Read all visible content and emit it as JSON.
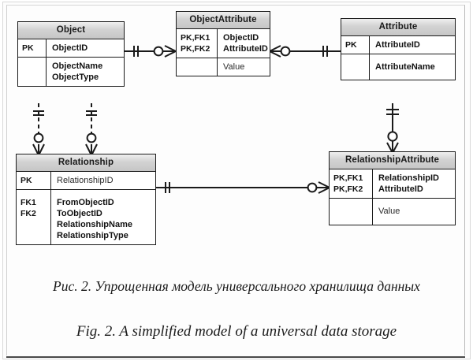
{
  "figure": {
    "caption_ru": "Рис. 2. Упрощенная модель универсального хранилища данных",
    "caption_en": "Fig. 2. A simplified model of a universal data storage"
  },
  "diagram": {
    "type": "erd",
    "notation": "crow's-foot (IDEF1X / information engineering)",
    "entities": [
      {
        "id": "object",
        "name": "Object",
        "key_section": {
          "keys": [
            "PK"
          ],
          "fields": [
            "ObjectID"
          ]
        },
        "attr_section": {
          "keys": [],
          "fields": [
            "ObjectName",
            "ObjectType"
          ]
        }
      },
      {
        "id": "object_attribute",
        "name": "ObjectAttribute",
        "key_section": {
          "keys": [
            "PK,FK1",
            "PK,FK2"
          ],
          "fields": [
            "ObjectID",
            "AttributeID"
          ]
        },
        "attr_section": {
          "keys": [],
          "fields": [
            "Value"
          ]
        }
      },
      {
        "id": "attribute",
        "name": "Attribute",
        "key_section": {
          "keys": [
            "PK"
          ],
          "fields": [
            "AttributeID"
          ]
        },
        "attr_section": {
          "keys": [],
          "fields": [
            "AttributeName"
          ]
        }
      },
      {
        "id": "relationship",
        "name": "Relationship",
        "key_section": {
          "keys": [
            "PK"
          ],
          "fields": [
            "RelationshipID"
          ]
        },
        "attr_section": {
          "keys": [
            "FK1",
            "FK2"
          ],
          "fields": [
            "FromObjectID",
            "ToObjectID",
            "RelationshipName",
            "RelationshipType"
          ]
        }
      },
      {
        "id": "relationship_attribute",
        "name": "RelationshipAttribute",
        "key_section": {
          "keys": [
            "PK,FK1",
            "PK,FK2"
          ],
          "fields": [
            "RelationshipID",
            "AttributeID"
          ]
        },
        "attr_section": {
          "keys": [],
          "fields": [
            "Value"
          ]
        }
      }
    ],
    "relationships": [
      {
        "id": "object-to-objectattribute",
        "from": "Object",
        "to": "ObjectAttribute",
        "from_cardinality": "one-and-only-one",
        "to_cardinality": "zero-or-many",
        "line": "solid"
      },
      {
        "id": "attribute-to-objectattribute",
        "from": "Attribute",
        "to": "ObjectAttribute",
        "from_cardinality": "one-and-only-one",
        "to_cardinality": "zero-or-many",
        "line": "solid"
      },
      {
        "id": "object-to-relationship-from",
        "from": "Object",
        "to": "Relationship",
        "from_cardinality": "one-and-only-one",
        "to_cardinality": "zero-or-many",
        "line": "dashed"
      },
      {
        "id": "object-to-relationship-to",
        "from": "Object",
        "to": "Relationship",
        "from_cardinality": "one-and-only-one",
        "to_cardinality": "zero-or-many",
        "line": "dashed"
      },
      {
        "id": "relationship-to-relationshipattribute",
        "from": "Relationship",
        "to": "RelationshipAttribute",
        "from_cardinality": "one-and-only-one",
        "to_cardinality": "zero-or-many",
        "line": "solid"
      },
      {
        "id": "attribute-to-relationshipattribute",
        "from": "Attribute",
        "to": "RelationshipAttribute",
        "from_cardinality": "one-and-only-one",
        "to_cardinality": "zero-or-many",
        "line": "solid"
      }
    ]
  },
  "colors": {
    "line": "#1a1a1a",
    "header_fill": "#cccccc",
    "body_fill": "#ffffff",
    "page_bg": "#fdfdfd"
  }
}
